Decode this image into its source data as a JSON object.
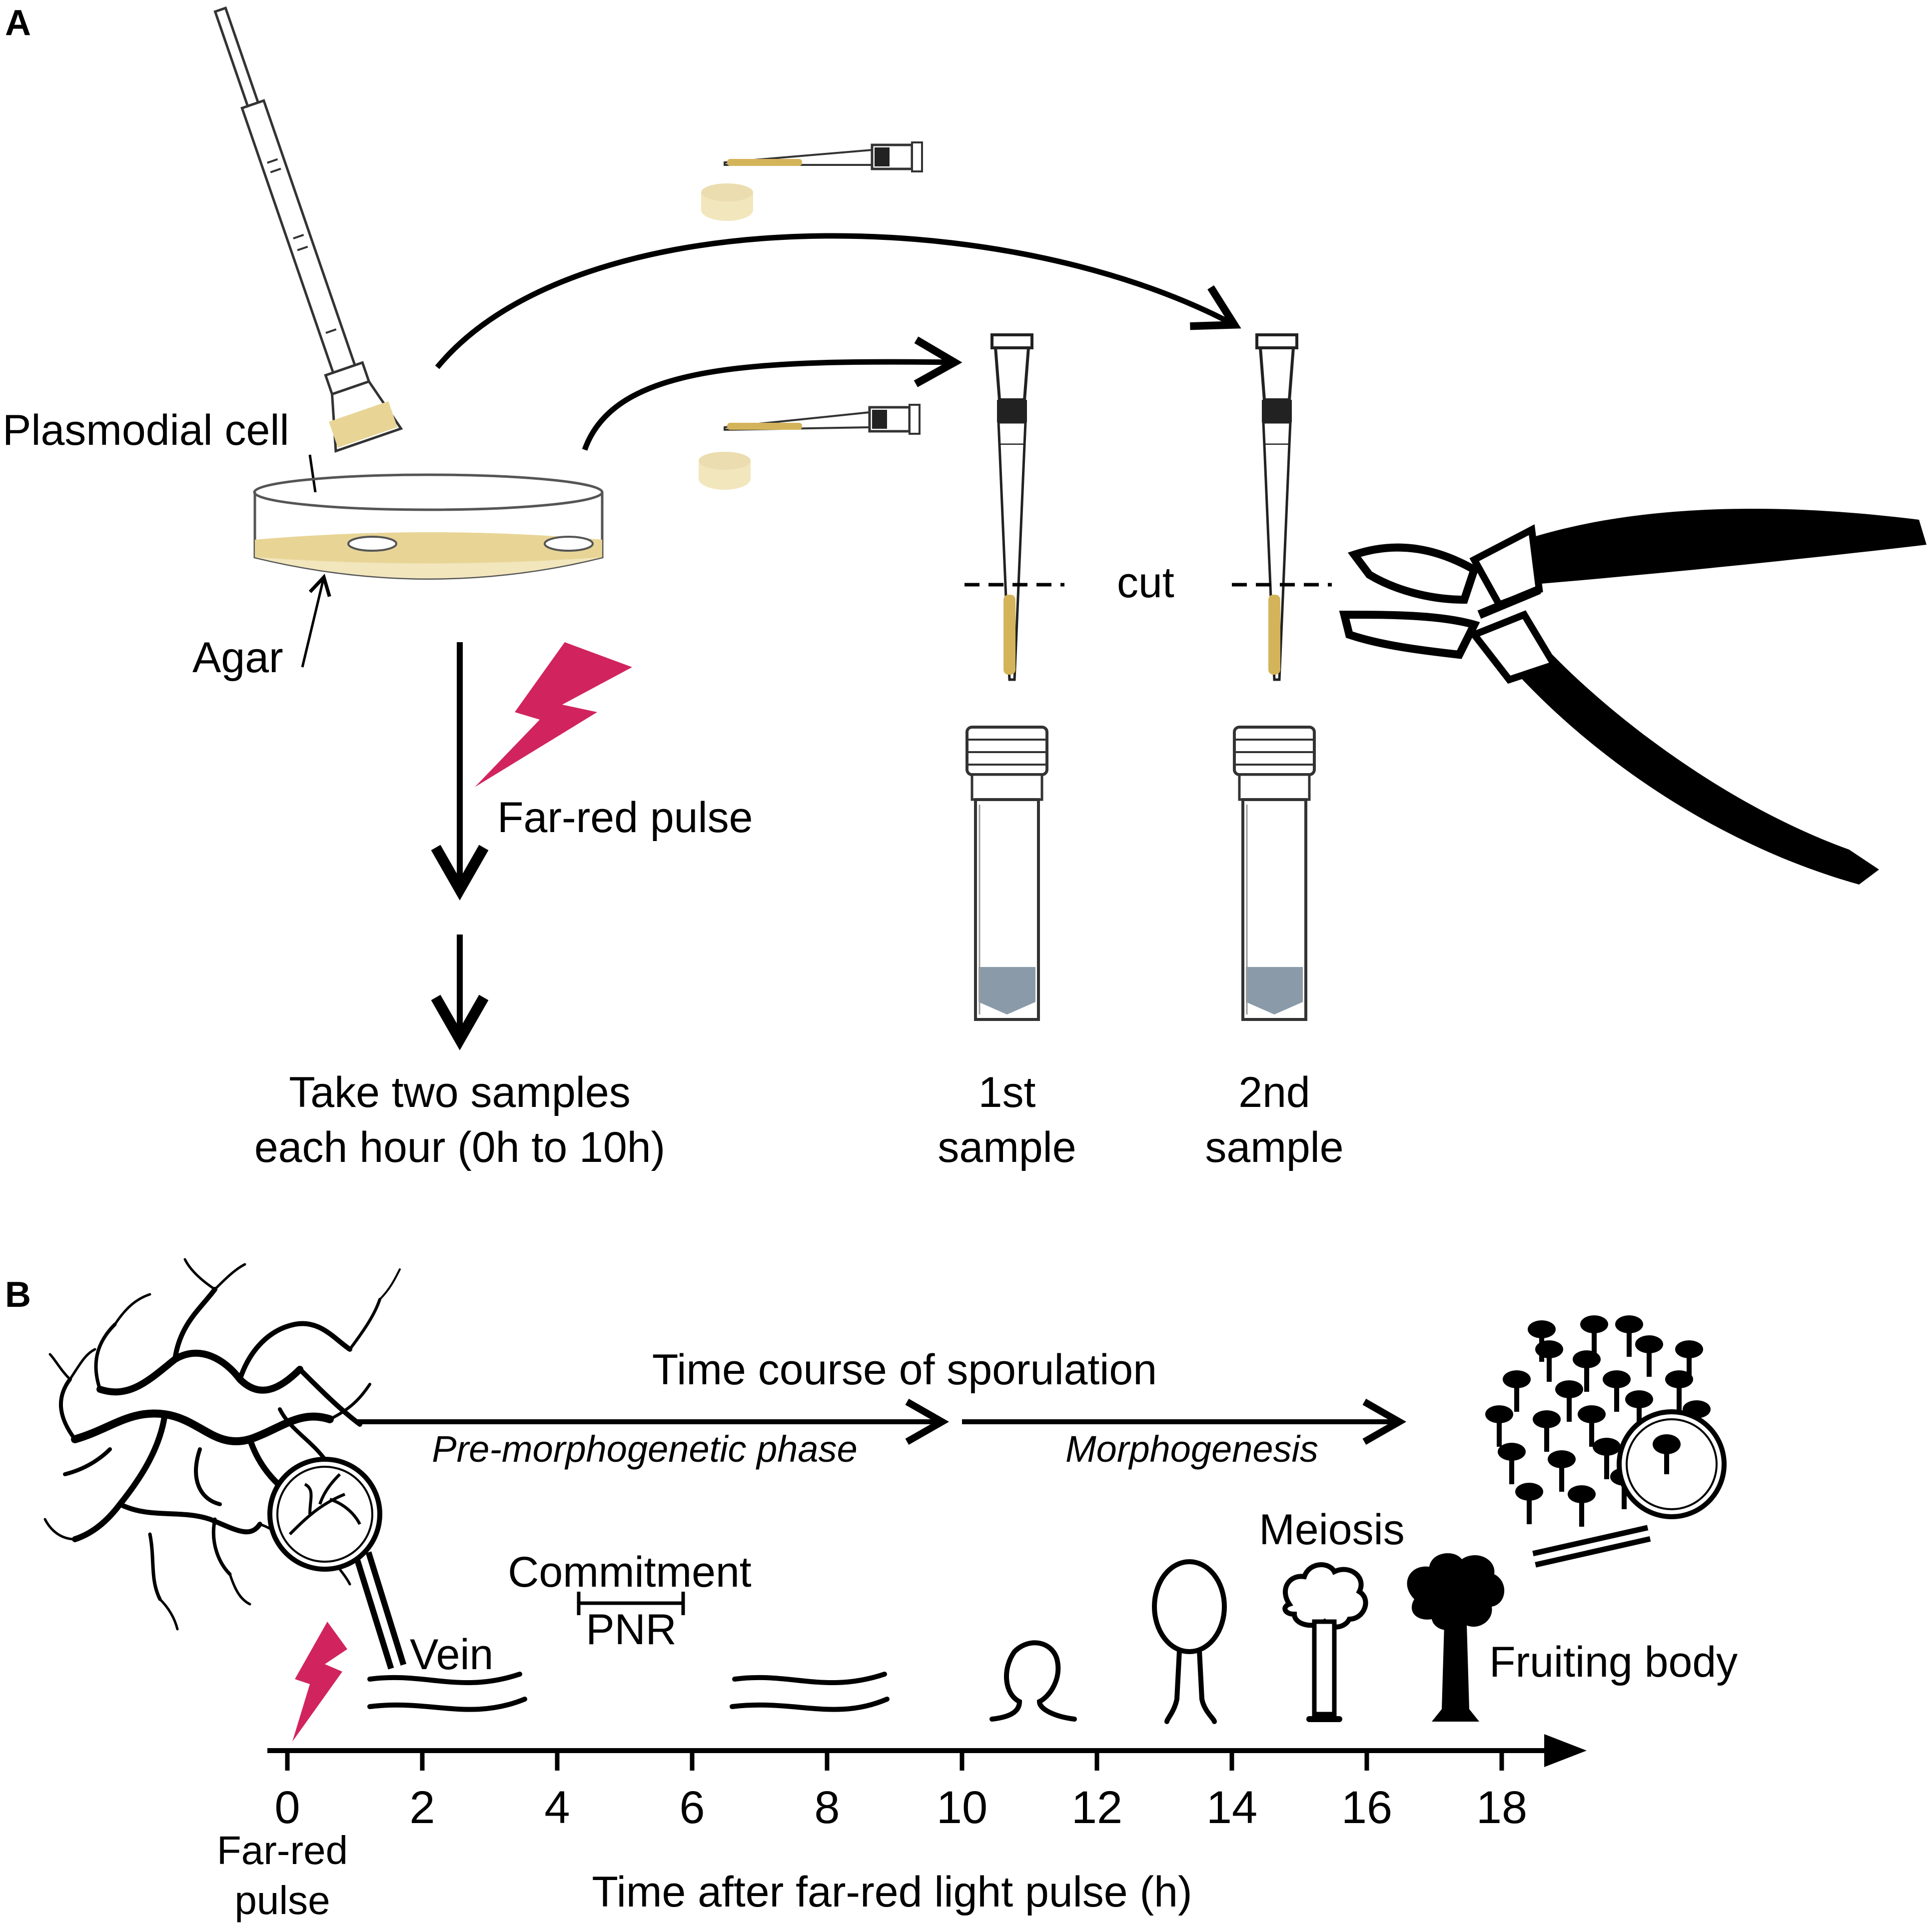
{
  "panel_a": {
    "letter": "A",
    "plasmodial_cell_label": "Plasmodial cell",
    "agar_label": "Agar",
    "far_red_pulse_label": "Far-red pulse",
    "cut_label": "cut",
    "take_samples_line1": "Take two samples",
    "take_samples_line2": "each hour (0h to 10h)",
    "sample1_line1": "1st",
    "sample1_line2": "sample",
    "sample2_line1": "2nd",
    "sample2_line2": "sample"
  },
  "panel_b": {
    "letter": "B",
    "time_course_label": "Time course of sporulation",
    "pre_morph_label": "Pre-morphogenetic phase",
    "morphogenesis_label": "Morphogenesis",
    "commitment_label": "Commitment",
    "pnr_label": "PNR",
    "vein_label": "Vein",
    "meiosis_label": "Meiosis",
    "fruiting_body_label": "Fruiting body",
    "far_red_line1": "Far-red",
    "far_red_line2": "pulse",
    "axis_label": "Time after far-red light pulse (h)",
    "ticks": [
      "0",
      "2",
      "4",
      "6",
      "8",
      "10",
      "12",
      "14",
      "16",
      "18"
    ]
  },
  "colors": {
    "pulse_magenta": "#d1245e",
    "agar_yellow": "#e8d596",
    "agar_light": "#f2e6bd",
    "cell_gold": "#d4b45a",
    "liquid_blue": "#8a9aa8"
  }
}
